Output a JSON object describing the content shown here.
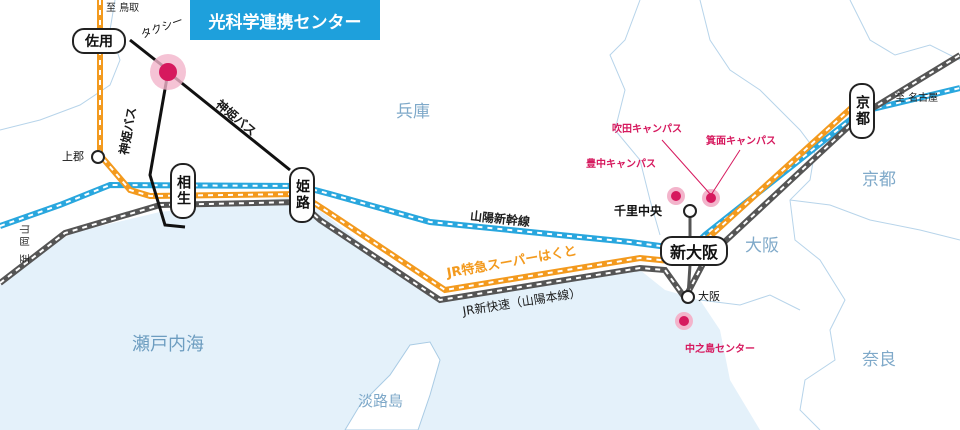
{
  "title_banner": "光科学連携センター",
  "regions": {
    "hyogo": "兵庫",
    "kyoto": "京都",
    "osaka": "大阪",
    "nara": "奈良",
    "setonaikai": "瀬戸内海",
    "awajishima": "淡路島"
  },
  "stations": {
    "sayo": "佐用",
    "aioi": "相生",
    "himeji": "姫路",
    "shin_osaka": "新大阪",
    "kyoto": "京都",
    "kamigori": "上郡",
    "senri_chuo": "千里中央",
    "osaka": "大阪"
  },
  "directions": {
    "tottori": "至 鳥取",
    "okayama": "至 岡山",
    "nagoya": "至 名古屋"
  },
  "routes": {
    "taxi": "タクシー",
    "shinki_bus_1": "神姫バス",
    "shinki_bus_2": "神姫バス",
    "sanyo_shinkansen": "山陽新幹線",
    "jr_hakuto": "JR特急スーパーはくと",
    "jr_shinkaisoku": "JR新快速（山陽本線）"
  },
  "campuses": {
    "suita": "吹田キャンパス",
    "minoh": "箕面キャンパス",
    "toyonaka": "豊中キャンパス",
    "nakanoshima": "中之島センター"
  },
  "colors": {
    "shinkansen": "#29a7de",
    "hakuto": "#f39a1e",
    "shinkaisoku": "#555555",
    "bus": "#111111",
    "target": "#d6195e",
    "campus": "#d6195e",
    "sea": "#e4f1fa",
    "land": "#ffffff",
    "boundary": "#a9cbe4",
    "banner": "#1ea0dc"
  }
}
